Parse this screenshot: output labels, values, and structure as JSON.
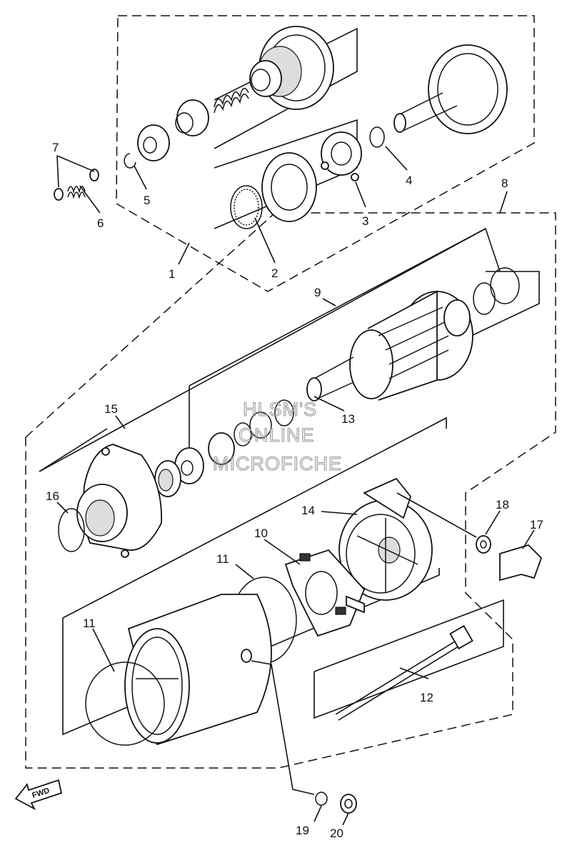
{
  "watermark": {
    "line1": "HLSM'S",
    "line2": "ONLINE",
    "line3": "MICROFICHE"
  },
  "fwd_label": "FWD",
  "callouts": [
    {
      "id": "1",
      "label": "1"
    },
    {
      "id": "2",
      "label": "2"
    },
    {
      "id": "3",
      "label": "3"
    },
    {
      "id": "4",
      "label": "4"
    },
    {
      "id": "5",
      "label": "5"
    },
    {
      "id": "6",
      "label": "6"
    },
    {
      "id": "7",
      "label": "7"
    },
    {
      "id": "8",
      "label": "8"
    },
    {
      "id": "9",
      "label": "9"
    },
    {
      "id": "10",
      "label": "10"
    },
    {
      "id": "11a",
      "label": "11"
    },
    {
      "id": "11b",
      "label": "11"
    },
    {
      "id": "12",
      "label": "12"
    },
    {
      "id": "13",
      "label": "13"
    },
    {
      "id": "14",
      "label": "14"
    },
    {
      "id": "15",
      "label": "15"
    },
    {
      "id": "16",
      "label": "16"
    },
    {
      "id": "17",
      "label": "17"
    },
    {
      "id": "18",
      "label": "18"
    },
    {
      "id": "19",
      "label": "19"
    },
    {
      "id": "20",
      "label": "20"
    }
  ]
}
